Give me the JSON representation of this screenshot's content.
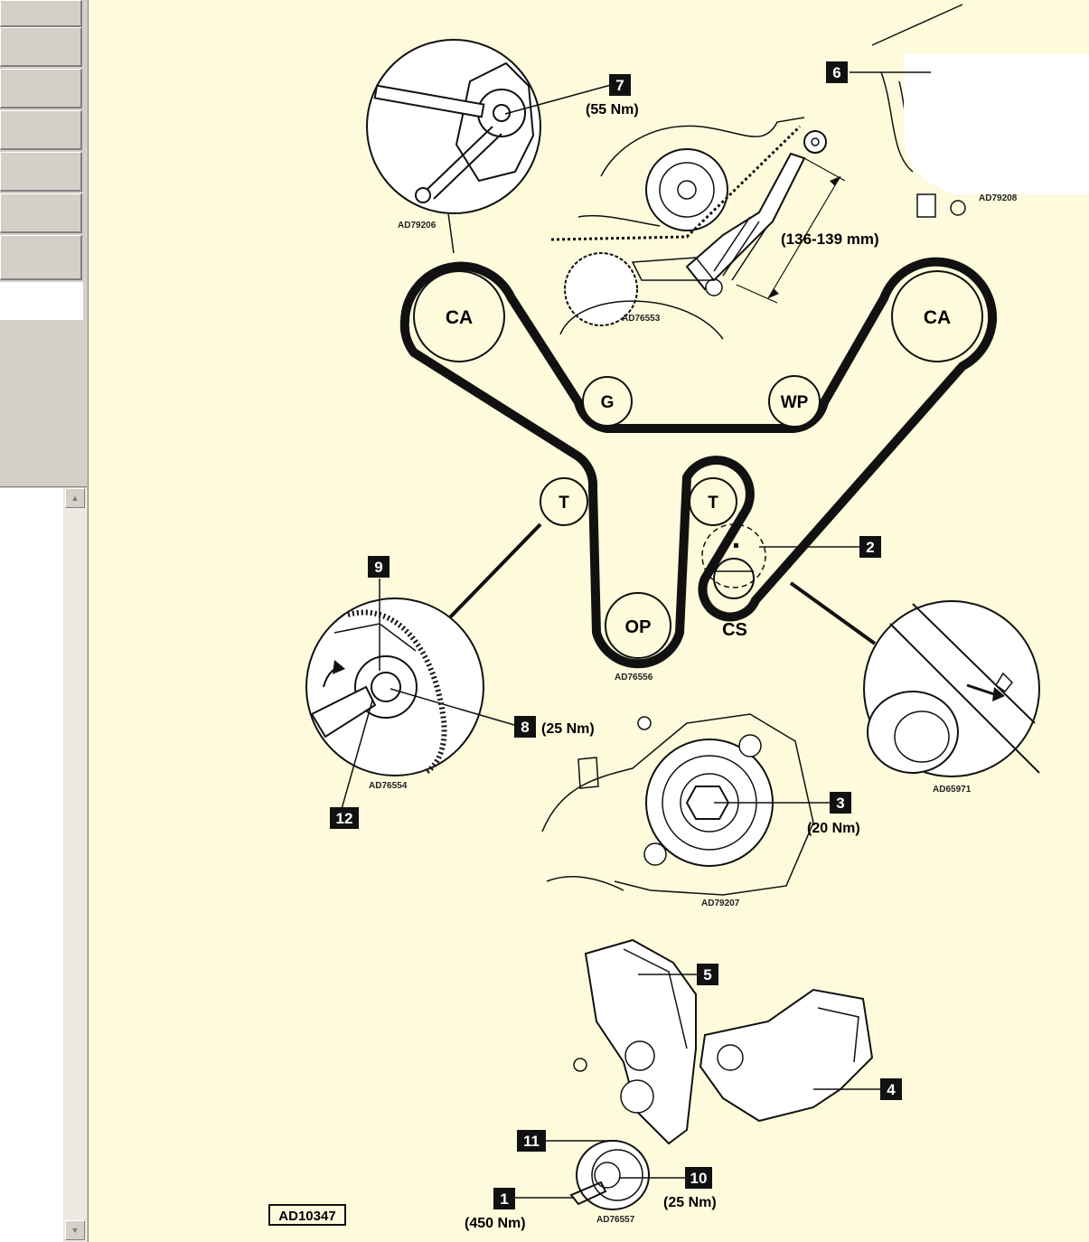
{
  "sidebar": {
    "button_count": 7,
    "scroll_up_icon": "triangle-up",
    "scroll_down_icon": "triangle-down"
  },
  "diagram": {
    "pulleys": {
      "ca_left": "CA",
      "ca_right": "CA",
      "g": "G",
      "wp": "WP",
      "t_left": "T",
      "t_right": "T",
      "op": "OP",
      "cs": "CS"
    },
    "callouts": [
      {
        "num": "1",
        "torque": "(450 Nm)"
      },
      {
        "num": "2",
        "torque": ""
      },
      {
        "num": "3",
        "torque": "(20 Nm)"
      },
      {
        "num": "4",
        "torque": ""
      },
      {
        "num": "5",
        "torque": ""
      },
      {
        "num": "6",
        "torque": ""
      },
      {
        "num": "7",
        "torque": "(55 Nm)"
      },
      {
        "num": "8",
        "torque": "(25 Nm)"
      },
      {
        "num": "9",
        "torque": ""
      },
      {
        "num": "10",
        "torque": "(25 Nm)"
      },
      {
        "num": "11",
        "torque": ""
      },
      {
        "num": "12",
        "torque": ""
      }
    ],
    "measurement": "(136-139 mm)",
    "refs": {
      "ad79206": "AD79206",
      "ad79208": "AD79208",
      "ad76553": "AD76553",
      "ad76556": "AD76556",
      "ad76554": "AD76554",
      "ad65971": "AD65971",
      "ad79207": "AD79207",
      "ad76557": "AD76557"
    },
    "figure_id": "AD10347"
  }
}
